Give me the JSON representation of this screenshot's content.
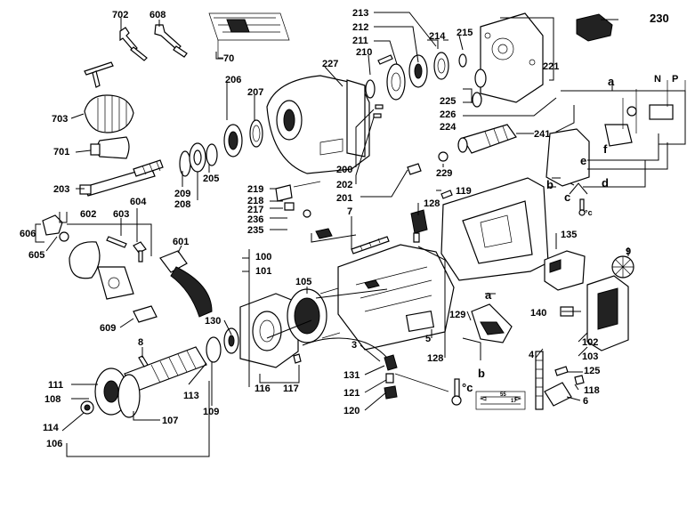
{
  "labels": {
    "l702": "702",
    "l608": "608",
    "l70": "70",
    "l213": "213",
    "l212": "212",
    "l211": "211",
    "l214": "214",
    "l215": "215",
    "l230": "230",
    "l210": "210",
    "l227": "227",
    "l221": "221",
    "l206": "206",
    "l207": "207",
    "l225": "225",
    "l226": "226",
    "l224": "224",
    "l241": "241",
    "l703": "703",
    "l701": "701",
    "l200": "200",
    "l202": "202",
    "l201": "201",
    "l229": "229",
    "l203": "203",
    "l209": "209",
    "l205": "205",
    "l208": "208",
    "l219": "219",
    "l218": "218",
    "l217": "217",
    "l236": "236",
    "l235": "235",
    "l7": "7",
    "l119": "119",
    "l128a": "128",
    "l602": "602",
    "l603": "603",
    "l604": "604",
    "l606": "606",
    "l605": "605",
    "l601": "601",
    "l100": "100",
    "l101": "101",
    "l105": "105",
    "l135": "135",
    "l9": "9",
    "l609": "609",
    "l130": "130",
    "l8": "8",
    "l3": "3",
    "l5": "5",
    "l129": "129",
    "l140": "140",
    "l102": "102",
    "l103": "103",
    "l111": "111",
    "l108": "108",
    "l113": "113",
    "l109": "109",
    "l114": "114",
    "l107": "107",
    "l106": "106",
    "l116": "116",
    "l117": "117",
    "l131": "131",
    "l121": "121",
    "l120": "120",
    "l128b": "128",
    "l4": "4",
    "l125": "125",
    "l118": "118",
    "l6": "6",
    "a_top": "a",
    "a_mid": "a",
    "b_mid": "b",
    "b_sch": "b",
    "c_sch": "c",
    "d_sch": "d",
    "e_sch": "e",
    "f_sch": "f",
    "N": "N",
    "P": "P",
    "degC_top": "°c",
    "degC_bot": "°c",
    "dim55": "55",
    "dim17": "17"
  }
}
